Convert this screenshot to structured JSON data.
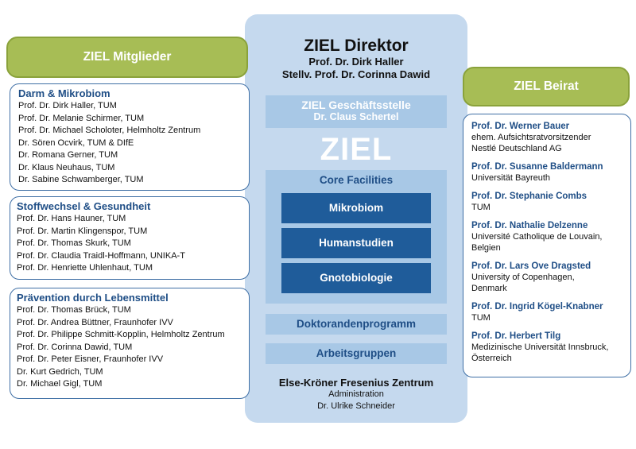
{
  "center": {
    "director_title": "ZIEL Direktor",
    "director_name": "Prof. Dr. Dirk Haller",
    "deputy": "Stellv. Prof. Dr. Corinna Dawid",
    "office_title": "ZIEL Geschäftsstelle",
    "office_person": "Dr. Claus Schertel",
    "brand": "ZIEL",
    "core_facilities_label": "Core Facilities",
    "facilities": [
      "Mikrobiom",
      "Humanstudien",
      "Gnotobiologie"
    ],
    "doctoral_program": "Doktorandenprogramm",
    "working_groups": "Arbeitsgruppen",
    "ekfz_title": "Else-Kröner Fresenius Zentrum",
    "ekfz_admin": "Administration",
    "ekfz_person": "Dr. Ulrike Schneider"
  },
  "members": {
    "header": "ZIEL Mitglieder",
    "groups": [
      {
        "title": "Darm & Mikrobiom",
        "members": [
          "Prof. Dr. Dirk Haller, TUM",
          "Prof. Dr. Melanie Schirmer, TUM",
          "Prof. Dr. Michael Scholoter, Helmholtz Zentrum",
          "Dr. Sören Ocvirk, TUM & DIfE",
          "Dr. Romana Gerner, TUM",
          "Dr. Klaus Neuhaus, TUM",
          "Dr. Sabine Schwamberger, TUM"
        ]
      },
      {
        "title": "Stoffwechsel & Gesundheit",
        "members": [
          "Prof. Dr. Hans Hauner, TUM",
          "Prof. Dr. Martin Klingenspor, TUM",
          "Prof. Dr. Thomas Skurk, TUM",
          "Prof. Dr. Claudia Traidl-Hoffmann, UNIKA-T",
          "Prof. Dr. Henriette Uhlenhaut, TUM"
        ]
      },
      {
        "title": "Prävention durch Lebensmittel",
        "members": [
          "Prof. Dr. Thomas Brück, TUM",
          "Prof. Dr. Andrea Büttner, Fraunhofer IVV",
          "Prof. Dr. Philippe Schmitt-Kopplin, Helmholtz Zentrum",
          "Prof. Dr. Corinna Dawid, TUM",
          "Prof. Dr. Peter Eisner, Fraunhofer IVV",
          "Dr. Kurt Gedrich, TUM",
          "Dr. Michael Gigl, TUM"
        ]
      }
    ]
  },
  "advisory": {
    "header": "ZIEL Beirat",
    "entries": [
      {
        "name": "Prof. Dr. Werner Bauer",
        "lines": [
          "ehem. Aufsichtsratvorsitzender",
          "Nestlé Deutschland AG"
        ]
      },
      {
        "name": "Prof. Dr. Susanne Baldermann",
        "lines": [
          "Universität Bayreuth"
        ]
      },
      {
        "name": "Prof. Dr. Stephanie Combs",
        "lines": [
          "TUM"
        ]
      },
      {
        "name": "Prof. Dr. Nathalie Delzenne",
        "lines": [
          "Université Catholique de Louvain,",
          "Belgien"
        ]
      },
      {
        "name": "Prof. Dr. Lars Ove Dragsted",
        "lines": [
          "University of Copenhagen,",
          "Denmark"
        ]
      },
      {
        "name": "Prof. Dr. Ingrid Kögel-Knabner",
        "lines": [
          "TUM"
        ]
      },
      {
        "name": "Prof. Dr. Herbert Tilg",
        "lines": [
          "Medizinische Universität Innsbruck,",
          "Österreich"
        ]
      }
    ]
  },
  "colors": {
    "header_green": "#a7bd55",
    "center_bg": "#c5d9ee",
    "bar_bg": "#a8c8e6",
    "facility_blue": "#1f5c9a",
    "text_blue": "#1f4e86"
  }
}
